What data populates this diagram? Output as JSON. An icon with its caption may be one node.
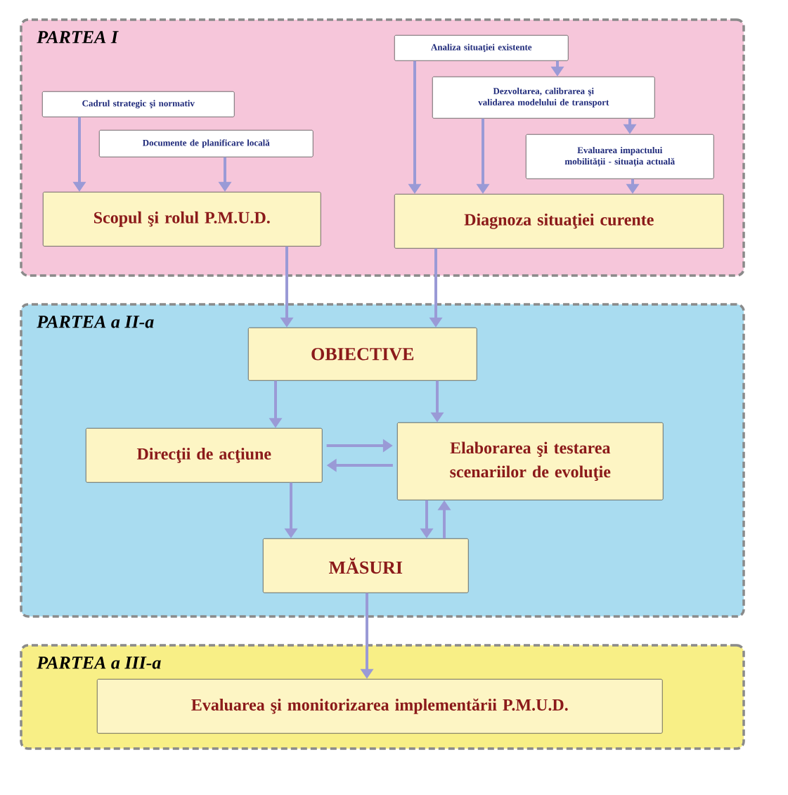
{
  "diagram": {
    "nodes": [
      {
        "text": [
          "PARTEA I"
        ]
      },
      {
        "text": [
          "Cadrul strategic şi normativ"
        ],
        "in": 0
      },
      {
        "text": [
          "Documente de planificare locală"
        ],
        "in": 0
      },
      {
        "text": [
          "Scopul şi rolul P.M.U.D."
        ],
        "in": 0
      },
      {
        "text": [
          "Analiza situaţiei existente"
        ],
        "in": 0
      },
      {
        "text": [
          "Dezvoltarea, calibrarea şi validarea modelului de transport"
        ],
        "in": 0
      },
      {
        "text": [
          "Evaluarea impactului mobilităţii - situaţia actuală"
        ],
        "in": 0
      },
      {
        "text": [
          "Diagnoza situaţiei curente"
        ],
        "in": 0
      },
      {
        "text": [
          "PARTEA a II-a"
        ]
      },
      {
        "text": [
          "OBIECTIVE"
        ],
        "in": 8
      },
      {
        "text": [
          "Direcţii de acţiune"
        ],
        "in": 8
      },
      {
        "text": [
          "Elaborarea şi testarea scenariilor de evoluţie"
        ],
        "in": 8
      },
      {
        "text": [
          "MĂSURI"
        ],
        "in": 8
      },
      {
        "text": [
          "PARTEA a III-a"
        ]
      },
      {
        "text": [
          "Evaluarea şi monitorizarea implementării P.M.U.D."
        ],
        "in": 13
      }
    ],
    "edges": [
      {
        "from": 1,
        "to": 3,
        "arrow": "to"
      },
      {
        "from": 2,
        "to": 3,
        "arrow": "to"
      },
      {
        "from": 4,
        "to": 7,
        "arrow": "to"
      },
      {
        "from": 4,
        "to": 5,
        "arrow": "to"
      },
      {
        "from": 5,
        "to": 7,
        "arrow": "to"
      },
      {
        "from": 5,
        "to": 6,
        "arrow": "to"
      },
      {
        "from": 6,
        "to": 7,
        "arrow": "to"
      },
      {
        "from": 3,
        "to": 9,
        "arrow": "to"
      },
      {
        "from": 7,
        "to": 9,
        "arrow": "to"
      },
      {
        "from": 9,
        "to": 10,
        "arrow": "to"
      },
      {
        "from": 9,
        "to": 11,
        "arrow": "to"
      },
      {
        "from": 10,
        "to": 11,
        "arrow": "to"
      },
      {
        "from": 11,
        "to": 10,
        "arrow": "to"
      },
      {
        "from": 10,
        "to": 12,
        "arrow": "to"
      },
      {
        "from": 11,
        "to": 12,
        "arrow": "to"
      },
      {
        "from": 12,
        "to": 11,
        "arrow": "to"
      },
      {
        "from": 12,
        "to": 14,
        "arrow": "to"
      }
    ]
  }
}
